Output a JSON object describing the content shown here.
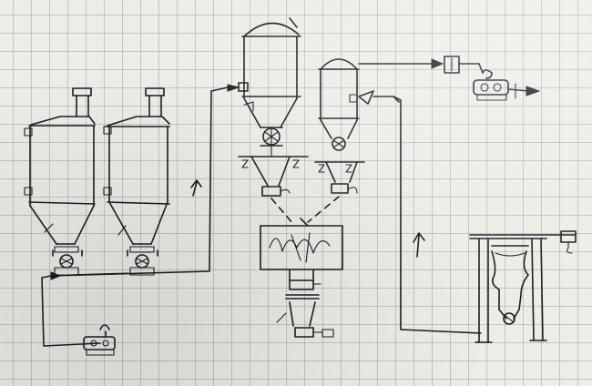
{
  "diagram": {
    "kind": "hand-drawn process flow sketch on grid paper",
    "ink_color": "#1c1c22",
    "paper_color": "#edece7",
    "grid_color": "#9a9aa4",
    "components": [
      {
        "id": "silo-left",
        "type": "storage silo"
      },
      {
        "id": "silo-middle",
        "type": "storage silo"
      },
      {
        "id": "blower-unit",
        "type": "blower"
      },
      {
        "id": "receiver-hopper",
        "type": "receiving hopper with rotary valve"
      },
      {
        "id": "secondary-hopper",
        "type": "receiving hopper with rotary valve"
      },
      {
        "id": "horizontal-mixer",
        "type": "ribbon mixer"
      },
      {
        "id": "discharge-hopper",
        "type": "discharge hopper"
      },
      {
        "id": "filter-box",
        "type": "filter"
      },
      {
        "id": "vacuum-pump",
        "type": "vacuum pump"
      },
      {
        "id": "bag-discharge-station",
        "type": "big bag unloading frame"
      }
    ],
    "arrows": [
      "flow-up-left-line",
      "flow-up-right-line",
      "exhaust-right"
    ]
  }
}
